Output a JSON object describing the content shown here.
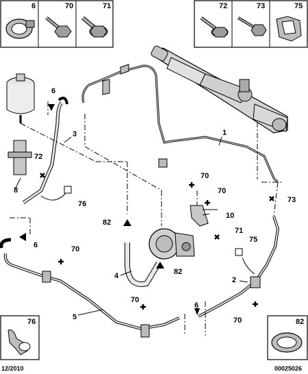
{
  "legend_top_left": [
    {
      "ref": "6",
      "icon": "hose-clamp-icon"
    },
    {
      "ref": "70",
      "icon": "bolt-icon"
    },
    {
      "ref": "71",
      "icon": "flange-bolt-icon"
    }
  ],
  "legend_top_right": [
    {
      "ref": "72",
      "icon": "screw-icon"
    },
    {
      "ref": "73",
      "icon": "bolt-icon"
    },
    {
      "ref": "75",
      "icon": "clip-icon"
    }
  ],
  "legend_bottom_left": {
    "ref": "76",
    "icon": "hose-clip-icon"
  },
  "legend_bottom_right": {
    "ref": "82",
    "icon": "hose-clamp-icon"
  },
  "callouts": {
    "c1": "1",
    "c2": "2",
    "c3": "3",
    "c4": "4",
    "c5": "5",
    "c6a": "6",
    "c6b": "6",
    "c6c": "6",
    "c8": "8",
    "c10": "10",
    "c70a": "70",
    "c70b": "70",
    "c70c": "70",
    "c70d": "70",
    "c70e": "70",
    "c71": "71",
    "c72": "72",
    "c73": "73",
    "c75": "75",
    "c76": "76",
    "c82a": "82",
    "c82b": "82"
  },
  "footer": {
    "date": "12/2010",
    "code": "00025026"
  }
}
